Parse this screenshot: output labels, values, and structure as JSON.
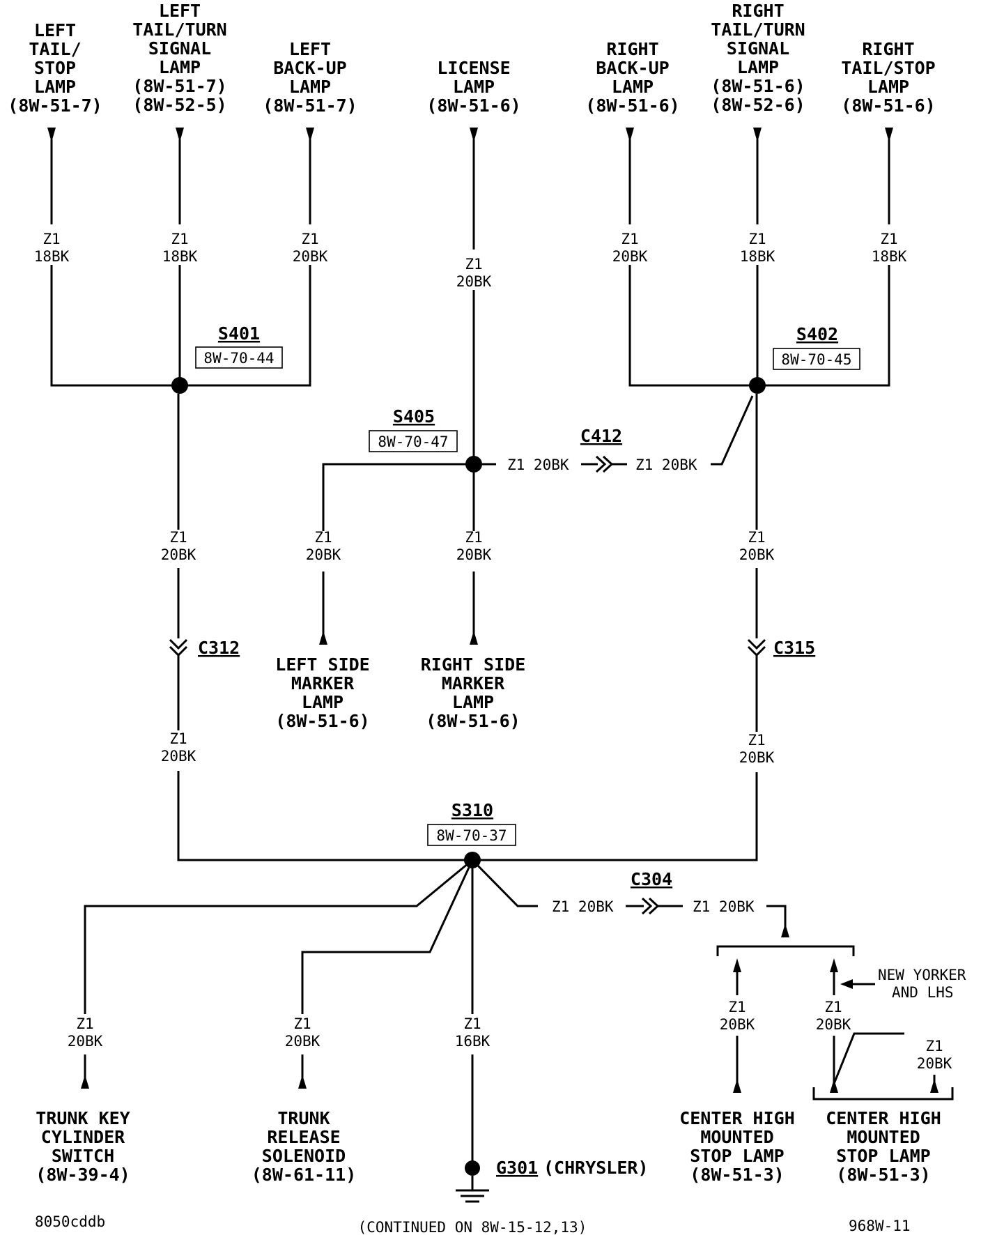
{
  "top_components": {
    "left_tail_stop": [
      "LEFT",
      "TAIL/",
      "STOP",
      "LAMP",
      "(8W-51-7)"
    ],
    "left_tail_turn": [
      "LEFT",
      "TAIL/TURN",
      "SIGNAL",
      "LAMP",
      "(8W-51-7)",
      "(8W-52-5)"
    ],
    "left_backup": [
      "LEFT",
      "BACK-UP",
      "LAMP",
      "(8W-51-7)"
    ],
    "license": [
      "LICENSE",
      "LAMP",
      "(8W-51-6)"
    ],
    "right_backup": [
      "RIGHT",
      "BACK-UP",
      "LAMP",
      "(8W-51-6)"
    ],
    "right_tail_turn": [
      "RIGHT",
      "TAIL/TURN",
      "SIGNAL",
      "LAMP",
      "(8W-51-6)",
      "(8W-52-6)"
    ],
    "right_tail_stop": [
      "RIGHT",
      "TAIL/STOP",
      "LAMP",
      "(8W-51-6)"
    ]
  },
  "wires": {
    "w1": [
      "Z1",
      "18BK"
    ],
    "w2": [
      "Z1",
      "18BK"
    ],
    "w3": [
      "Z1",
      "20BK"
    ],
    "w4": [
      "Z1",
      "20BK"
    ],
    "w5": [
      "Z1",
      "20BK"
    ],
    "w6": [
      "Z1",
      "18BK"
    ],
    "w7": [
      "Z1",
      "18BK"
    ],
    "w8": [
      "Z1",
      "20BK"
    ],
    "w9": [
      "Z1",
      "20BK"
    ],
    "w10": [
      "Z1",
      "20BK"
    ],
    "w11": [
      "Z1",
      "20BK"
    ],
    "w12": [
      "Z1",
      "20BK"
    ],
    "w13": [
      "Z1",
      "20BK"
    ],
    "w14": [
      "Z1",
      "20BK"
    ],
    "w15": [
      "Z1",
      "20BK"
    ],
    "w16": [
      "Z1",
      "20BK"
    ],
    "w17": [
      "Z1",
      "16BK"
    ],
    "w18": [
      "Z1",
      "20BK"
    ],
    "w19": [
      "Z1",
      "20BK"
    ],
    "w20": [
      "Z1",
      "20BK"
    ]
  },
  "inline_wires": {
    "c412_left": "Z1  20BK",
    "c412_right": "Z1  20BK",
    "c304_left": "Z1  20BK",
    "c304_right": "Z1  20BK"
  },
  "splices": {
    "s401": {
      "name": "S401",
      "ref": "8W-70-44"
    },
    "s402": {
      "name": "S402",
      "ref": "8W-70-45"
    },
    "s405": {
      "name": "S405",
      "ref": "8W-70-47"
    },
    "s310": {
      "name": "S310",
      "ref": "8W-70-37"
    }
  },
  "connectors": {
    "c412": "C412",
    "c312": "C312",
    "c315": "C315",
    "c304": "C304"
  },
  "mid_components": {
    "left_side_marker": [
      "LEFT SIDE",
      "MARKER",
      "LAMP",
      "(8W-51-6)"
    ],
    "right_side_marker": [
      "RIGHT SIDE",
      "MARKER",
      "LAMP",
      "(8W-51-6)"
    ]
  },
  "bottom_components": {
    "trunk_key": [
      "TRUNK KEY",
      "CYLINDER",
      "SWITCH",
      "(8W-39-4)"
    ],
    "trunk_release": [
      "TRUNK",
      "RELEASE",
      "SOLENOID",
      "(8W-61-11)"
    ],
    "chmsl_1": [
      "CENTER HIGH",
      "MOUNTED",
      "STOP LAMP",
      "(8W-51-3)"
    ],
    "chmsl_2": [
      "CENTER HIGH",
      "MOUNTED",
      "STOP LAMP",
      "(8W-51-3)"
    ]
  },
  "ground": {
    "name": "G301",
    "note": "(CHRYSLER)"
  },
  "variant_note": [
    "NEW YORKER",
    "AND LHS"
  ],
  "footer": {
    "left_code": "8050cddb",
    "continued": "(CONTINUED ON 8W-15-12,13)",
    "right_code": "968W-11"
  }
}
